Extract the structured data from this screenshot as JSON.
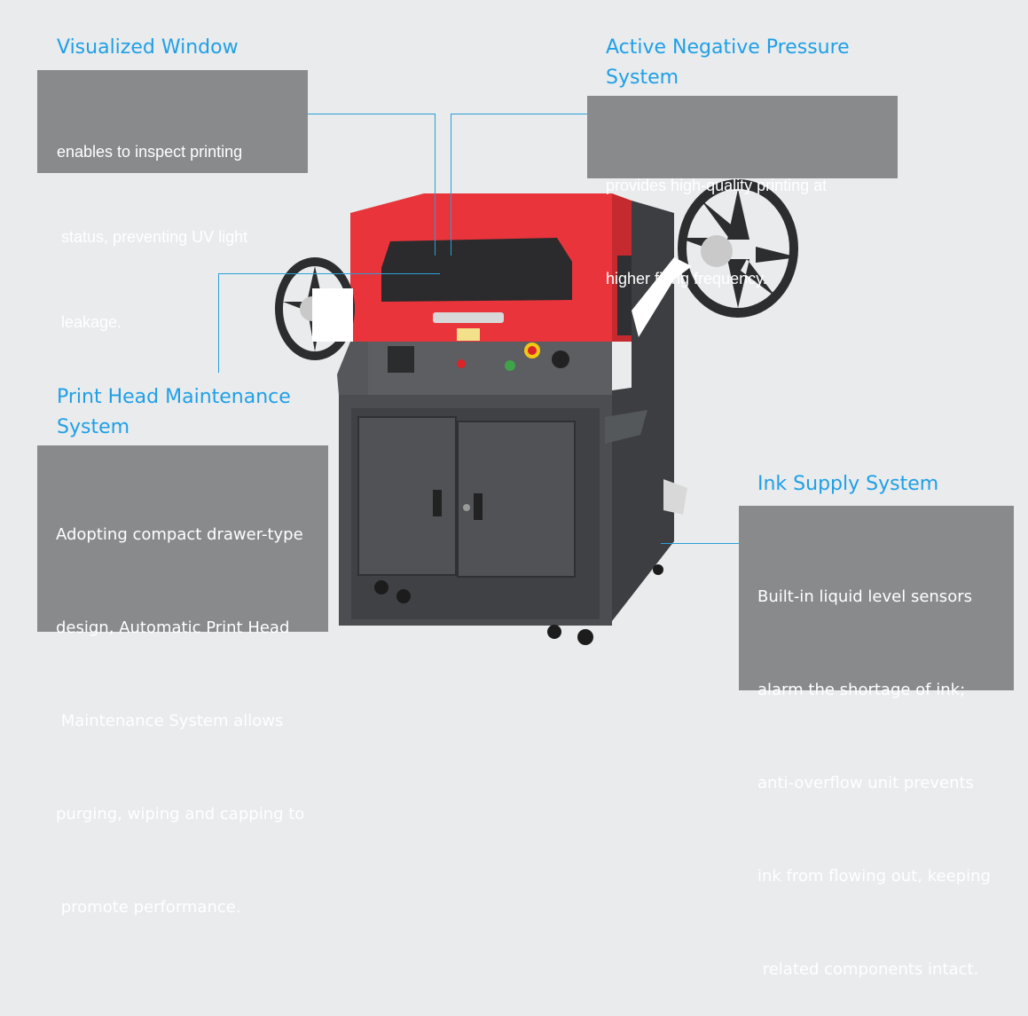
{
  "features": {
    "visualized_window": {
      "title": "Visualized Window",
      "lines": [
        "enables to inspect printing",
        " status, preventing UV light",
        " leakage."
      ]
    },
    "negative_pressure": {
      "title_lines": [
        "Active Negative Pressure",
        "System"
      ],
      "lines": [
        "provides high-quality printing at",
        "higher firing frequency."
      ]
    },
    "print_head": {
      "title_lines": [
        "Print Head Maintenance",
        "System"
      ],
      "lines": [
        "Adopting compact drawer-type",
        "design, Automatic Print Head",
        " Maintenance System allows",
        "purging, wiping and capping to",
        " promote performance."
      ]
    },
    "ink_supply": {
      "title": "Ink Supply System",
      "lines": [
        "Built-in liquid level sensors",
        "alarm the shortage of ink;",
        "anti-overflow unit prevents",
        "ink from flowing out, keeping",
        " related components intact."
      ]
    }
  },
  "colors": {
    "title_blue": "#1fa0e6",
    "box_gray": "#888a8c",
    "machine_red": "#e8343a",
    "machine_body": "#4b4d50"
  },
  "icons": [
    "uv-printer-machine-image",
    "emergency-stop-icon"
  ]
}
